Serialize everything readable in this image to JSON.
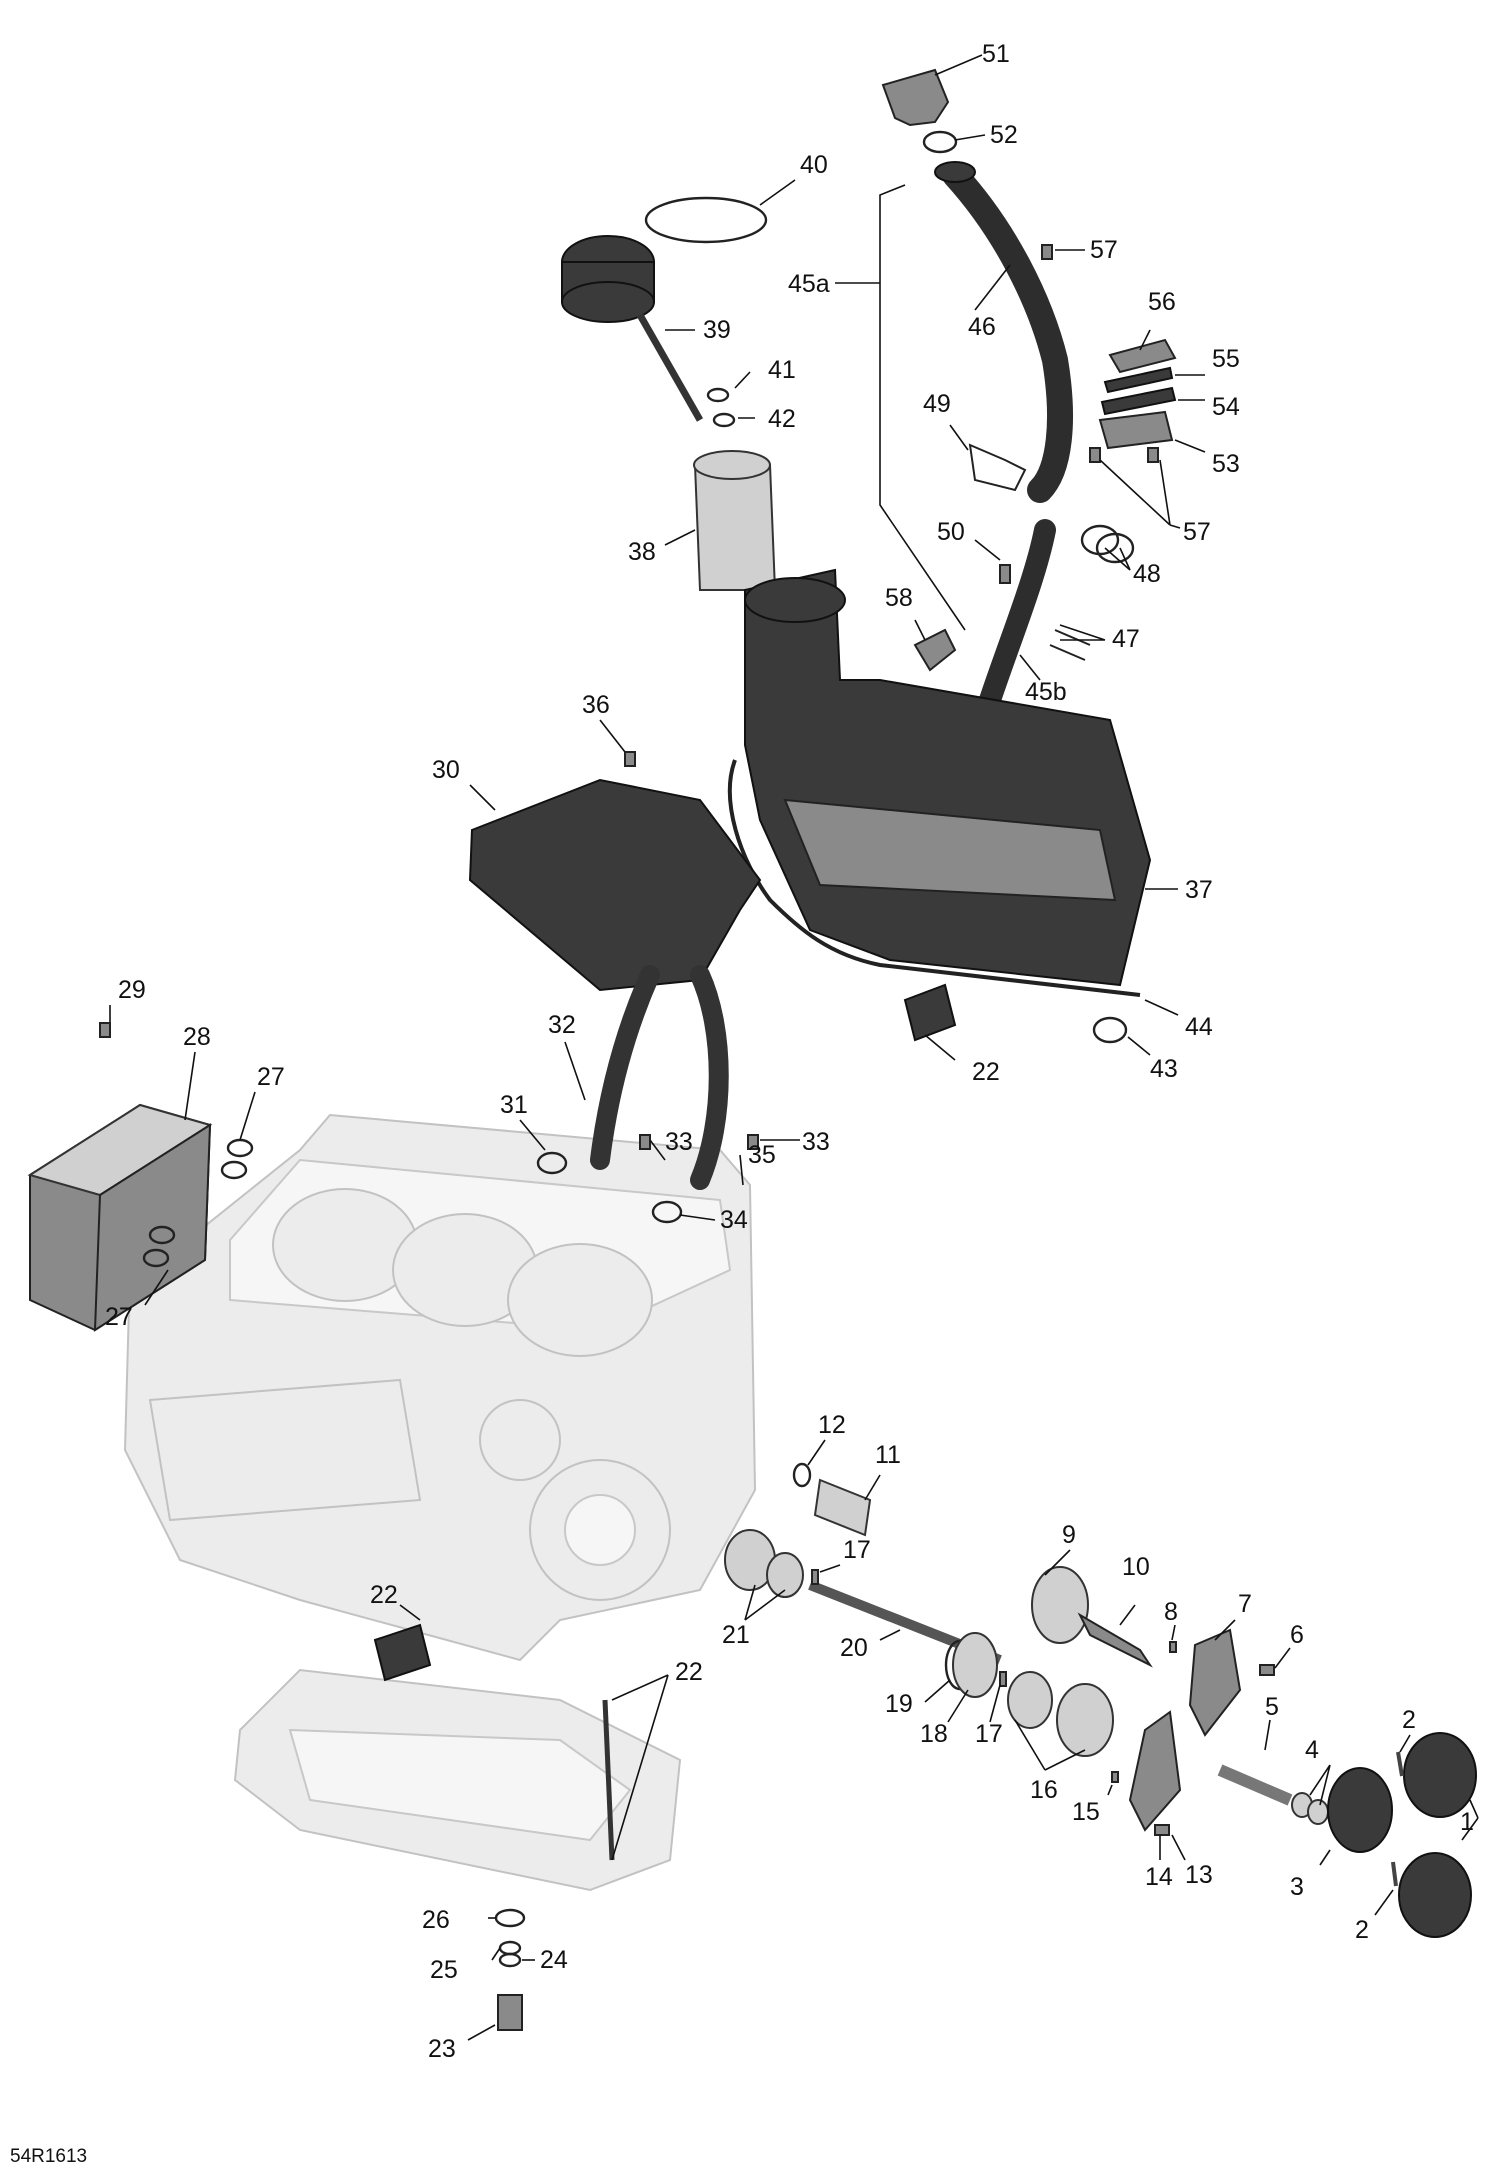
{
  "reference_code": "54R1613",
  "callouts": [
    {
      "id": "c51",
      "text": "51"
    },
    {
      "id": "c52",
      "text": "52"
    },
    {
      "id": "c40",
      "text": "40"
    },
    {
      "id": "c57a",
      "text": "57"
    },
    {
      "id": "c45a",
      "text": "45a"
    },
    {
      "id": "c46",
      "text": "46"
    },
    {
      "id": "c56",
      "text": "56"
    },
    {
      "id": "c39",
      "text": "39"
    },
    {
      "id": "c55",
      "text": "55"
    },
    {
      "id": "c41",
      "text": "41"
    },
    {
      "id": "c54",
      "text": "54"
    },
    {
      "id": "c42",
      "text": "42"
    },
    {
      "id": "c49",
      "text": "49"
    },
    {
      "id": "c53",
      "text": "53"
    },
    {
      "id": "c57b",
      "text": "57"
    },
    {
      "id": "c38",
      "text": "38"
    },
    {
      "id": "c50",
      "text": "50"
    },
    {
      "id": "c48",
      "text": "48"
    },
    {
      "id": "c58",
      "text": "58"
    },
    {
      "id": "c47",
      "text": "47"
    },
    {
      "id": "c45b",
      "text": "45b"
    },
    {
      "id": "c36",
      "text": "36"
    },
    {
      "id": "c30",
      "text": "30"
    },
    {
      "id": "c37",
      "text": "37"
    },
    {
      "id": "c29",
      "text": "29"
    },
    {
      "id": "c28",
      "text": "28"
    },
    {
      "id": "c44",
      "text": "44"
    },
    {
      "id": "c22a",
      "text": "22"
    },
    {
      "id": "c43",
      "text": "43"
    },
    {
      "id": "c27a",
      "text": "27"
    },
    {
      "id": "c32",
      "text": "32"
    },
    {
      "id": "c31",
      "text": "31"
    },
    {
      "id": "c33a",
      "text": "33"
    },
    {
      "id": "c33b",
      "text": "33"
    },
    {
      "id": "c35",
      "text": "35"
    },
    {
      "id": "c34",
      "text": "34"
    },
    {
      "id": "c27b",
      "text": "27"
    },
    {
      "id": "c12",
      "text": "12"
    },
    {
      "id": "c11",
      "text": "11"
    },
    {
      "id": "c9",
      "text": "9"
    },
    {
      "id": "c17a",
      "text": "17"
    },
    {
      "id": "c10",
      "text": "10"
    },
    {
      "id": "c21",
      "text": "21"
    },
    {
      "id": "c7",
      "text": "7"
    },
    {
      "id": "c8",
      "text": "8"
    },
    {
      "id": "c6",
      "text": "6"
    },
    {
      "id": "c20",
      "text": "20"
    },
    {
      "id": "c22b",
      "text": "22"
    },
    {
      "id": "c22c",
      "text": "22"
    },
    {
      "id": "c19",
      "text": "19"
    },
    {
      "id": "c18",
      "text": "18"
    },
    {
      "id": "c17b",
      "text": "17"
    },
    {
      "id": "c5",
      "text": "5"
    },
    {
      "id": "c4",
      "text": "4"
    },
    {
      "id": "c2a",
      "text": "2"
    },
    {
      "id": "c16",
      "text": "16"
    },
    {
      "id": "c15",
      "text": "15"
    },
    {
      "id": "c1",
      "text": "1"
    },
    {
      "id": "c14",
      "text": "14"
    },
    {
      "id": "c13",
      "text": "13"
    },
    {
      "id": "c3",
      "text": "3"
    },
    {
      "id": "c2b",
      "text": "2"
    },
    {
      "id": "c26",
      "text": "26"
    },
    {
      "id": "c25",
      "text": "25"
    },
    {
      "id": "c24",
      "text": "24"
    },
    {
      "id": "c23",
      "text": "23"
    }
  ]
}
